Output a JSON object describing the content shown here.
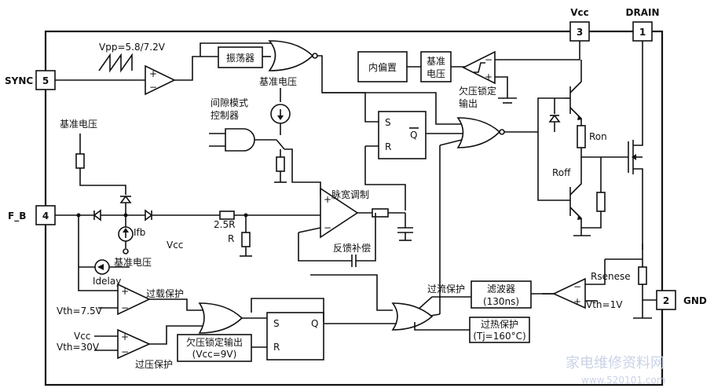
{
  "pins": {
    "sync": {
      "name": "SYNC",
      "num": "5"
    },
    "fb": {
      "name": "F_B",
      "num": "4"
    },
    "vcc": {
      "name": "Vcc",
      "num": "3"
    },
    "drain": {
      "name": "DRAIN",
      "num": "1"
    },
    "gnd": {
      "name": "GND",
      "num": "2"
    }
  },
  "labels": {
    "vpp": "Vpp=5.8/7.2V",
    "oscillator": "振荡器",
    "internal_bias": "内偏置",
    "ref_voltage_box": "基准\n电压",
    "uvlo_out_top": "欠压锁定\n输出",
    "ref_voltage_top": "基准电压",
    "burst_mode": "间隙模式\n控制器",
    "ref_voltage_left": "基准电压",
    "pwm": "脉宽调制",
    "ron": "Ron",
    "roff": "Roff",
    "r25": "2.5R",
    "r": "R",
    "ifb": "Ifb",
    "vcc_small": "Vcc",
    "ref_voltage_bottom": "基准电压",
    "idelay": "Idelay",
    "feedback_comp": "反馈补偿",
    "rsense": "Rsenese",
    "overload": "过载保护",
    "vth75": "Vth=7.5V",
    "overcurrent": "过流保护",
    "filter": "滤波器\n(130ns)",
    "vth1": "Vth=1V",
    "vcc_ov": "Vcc",
    "vth30": "Vth=30V",
    "overvoltage": "过压保护",
    "uvlo_out_bottom": "欠压锁定输出\n(Vcc=9V)",
    "thermal": "过热保护\n(Tj=160°C)",
    "s": "S",
    "r_in": "R",
    "q": "Q",
    "qbar": "Q"
  },
  "watermark": {
    "line1": "家电维修资料网",
    "line2": "www.520101.com"
  }
}
